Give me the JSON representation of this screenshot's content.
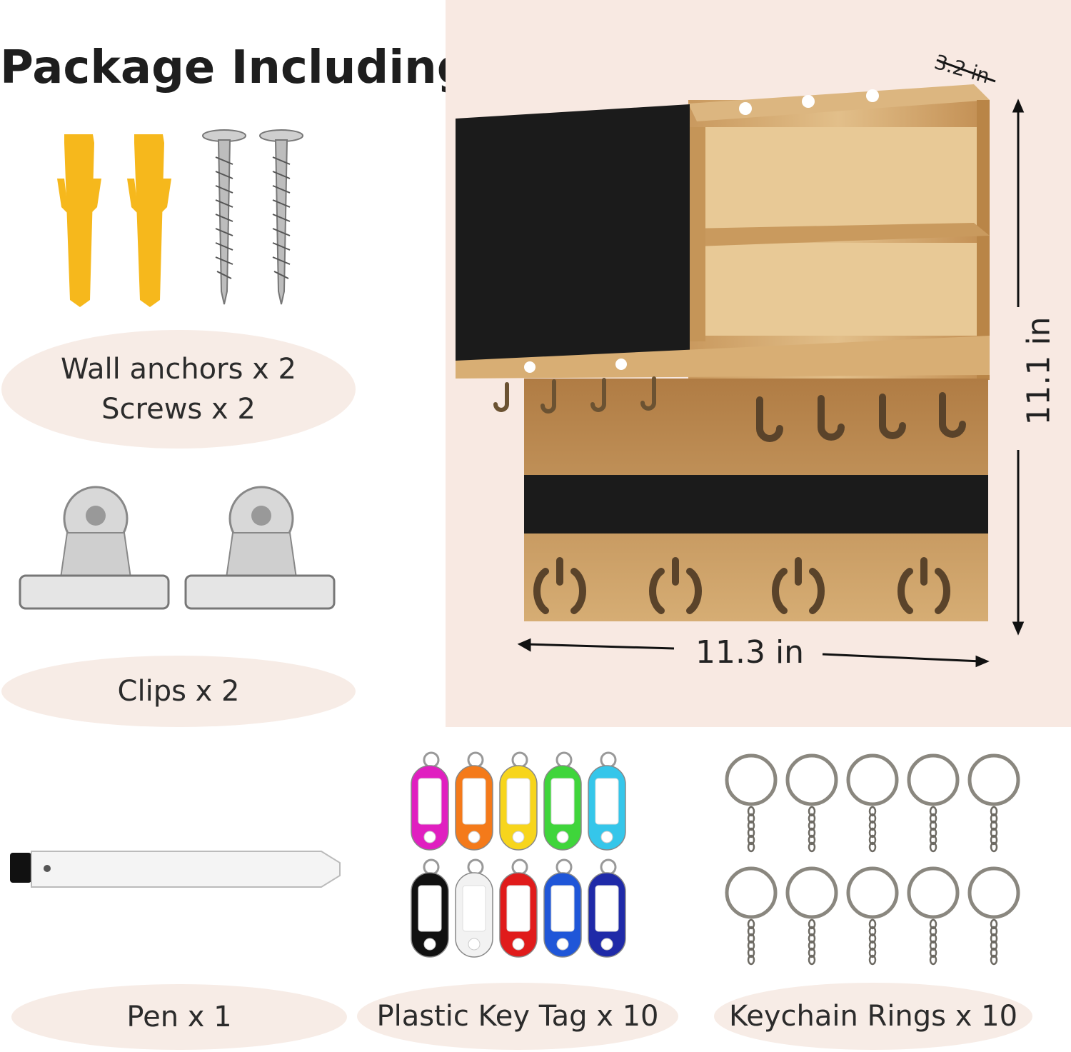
{
  "title": "Package Including",
  "items": {
    "wall_anchors": "Wall anchors x 2",
    "screws": "Screws x 2",
    "clips": "Clips x 2",
    "pen": "Pen x 1",
    "key_tags": "Plastic Key Tag x 10",
    "keychain_rings": "Keychain Rings x 10"
  },
  "dimensions": {
    "depth": "3.2 in",
    "height": "11.1 in",
    "width": "11.3 in"
  },
  "colors": {
    "panel_bg": "#f8e9e2",
    "pill_bg": "#f7ece6",
    "wood": "#d9b27c",
    "chalkboard": "#1b1b1b",
    "anchor": "#f6b81c"
  },
  "key_tag_colors": [
    "#e01fc0",
    "#f47a1a",
    "#f7d51c",
    "#3fd53b",
    "#35c6ea",
    "#111111",
    "#f2f2f2",
    "#e01b1b",
    "#1f56d8",
    "#1f2aa8"
  ],
  "icons": {
    "anchors": "wall-anchor-icon",
    "screws": "screw-icon",
    "clips": "binder-clip-icon",
    "pen": "chalk-marker-icon",
    "tags": "key-tag-icon",
    "rings": "keychain-ring-icon"
  }
}
